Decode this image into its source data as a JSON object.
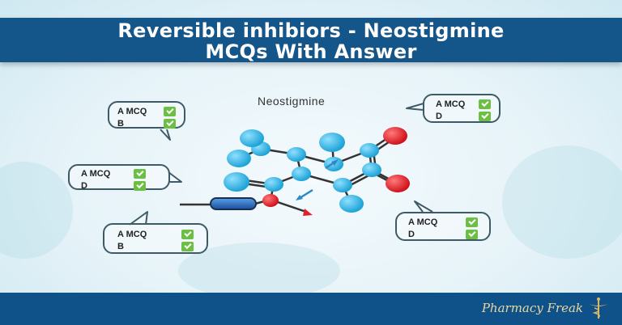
{
  "banner": {
    "line1": "Reversible inhibiors - Neostigmine",
    "line2": "MCQs With Answer"
  },
  "molecule": {
    "title": "Neostigmine"
  },
  "bubbles": [
    {
      "line1": "A MCQ",
      "line2": "B"
    },
    {
      "line1": "A MCQ",
      "line2": "D"
    },
    {
      "line1": "A MCQ",
      "line2": "D"
    },
    {
      "line1": "A MCQ",
      "line2": "B"
    },
    {
      "line1": "A MCQ",
      "line2": "D"
    }
  ],
  "footer": {
    "brand": "Pharmacy Freak"
  },
  "colors": {
    "banner": "#14558a",
    "footer": "#0f5289",
    "atom_blue": "#29b5e8",
    "atom_red": "#e0232b",
    "check_green": "#6cbf43",
    "brand_gold": "#e9d7a2"
  }
}
